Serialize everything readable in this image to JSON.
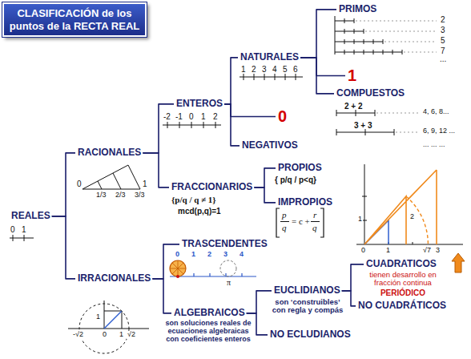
{
  "diagram": {
    "title": "CLASIFICACIÓN de los puntos de la RECTA REAL",
    "nodes": [
      {
        "text": [
          "REALES"
        ]
      },
      {
        "text": [
          "RACIONALES"
        ]
      },
      {
        "text": [
          "ENTEROS"
        ]
      },
      {
        "text": [
          "NATURALES"
        ]
      },
      {
        "text": [
          "PRIMOS"
        ]
      },
      {
        "text": [
          "1"
        ]
      },
      {
        "text": [
          "COMPUESTOS"
        ]
      },
      {
        "text": [
          "0"
        ]
      },
      {
        "text": [
          "NEGATIVOS"
        ]
      },
      {
        "text": [
          "FRACCIONARIOS"
        ]
      },
      {
        "text": [
          "PROPIOS"
        ]
      },
      {
        "text": [
          "IMPROPIOS"
        ]
      },
      {
        "text": [
          "IRRACIONALES"
        ]
      },
      {
        "text": [
          "TRASCENDENTES"
        ]
      },
      {
        "text": [
          "ALGEBRAICOS"
        ]
      },
      {
        "text": [
          "EUCLIDIANOS"
        ]
      },
      {
        "text": [
          "CUADRATICOS"
        ]
      },
      {
        "text": [
          "NO CUADRÁTICOS"
        ]
      },
      {
        "text": [
          "NO ECLUDIANOS"
        ]
      }
    ],
    "edges": [
      {
        "from": 0,
        "to": 1,
        "arrow": "none"
      },
      {
        "from": 0,
        "to": 12,
        "arrow": "none"
      },
      {
        "from": 1,
        "to": 2,
        "arrow": "none"
      },
      {
        "from": 1,
        "to": 9,
        "arrow": "none"
      },
      {
        "from": 2,
        "to": 3,
        "arrow": "none"
      },
      {
        "from": 2,
        "to": 7,
        "arrow": "none"
      },
      {
        "from": 2,
        "to": 8,
        "arrow": "none"
      },
      {
        "from": 3,
        "to": 4,
        "arrow": "none"
      },
      {
        "from": 3,
        "to": 5,
        "arrow": "none"
      },
      {
        "from": 3,
        "to": 6,
        "arrow": "none"
      },
      {
        "from": 9,
        "to": 10,
        "arrow": "none"
      },
      {
        "from": 9,
        "to": 11,
        "arrow": "none"
      },
      {
        "from": 12,
        "to": 13,
        "arrow": "none"
      },
      {
        "from": 12,
        "to": 14,
        "arrow": "none"
      },
      {
        "from": 14,
        "to": 15,
        "arrow": "none"
      },
      {
        "from": 14,
        "to": 18,
        "arrow": "none"
      },
      {
        "from": 15,
        "to": 16,
        "arrow": "none"
      },
      {
        "from": 15,
        "to": 17,
        "arrow": "none"
      }
    ],
    "labels": [
      "0",
      "1",
      "0",
      "1",
      "1/3",
      "2/3",
      "3/3",
      "-2",
      "-1",
      "0",
      "1",
      "2",
      "1",
      "2",
      "3",
      "4",
      "5",
      "6",
      "2",
      "3",
      "5",
      "7",
      "...",
      "2 + 2",
      "4, 6, 8...",
      "3 + 3",
      "6, 9, 12 ...",
      "... ... ...",
      "{p/q / q ≠ 1}",
      "mcd(p,q)=1",
      "{ p/q / p<q}",
      "p",
      "q",
      "= c +",
      "r",
      "q",
      "1",
      "2",
      "0",
      "1",
      "√7",
      "3",
      "tienen desarrollo en fracción continua",
      "PERIÓDICO",
      "son ‘construibles’ con regla y compás",
      "son soluciones reales de ecuaciones algebraicas con coeficientes enteros",
      "1",
      "-√2",
      "0",
      "1",
      "√2",
      "0",
      "1",
      "2",
      "3",
      "4",
      "π"
    ]
  }
}
